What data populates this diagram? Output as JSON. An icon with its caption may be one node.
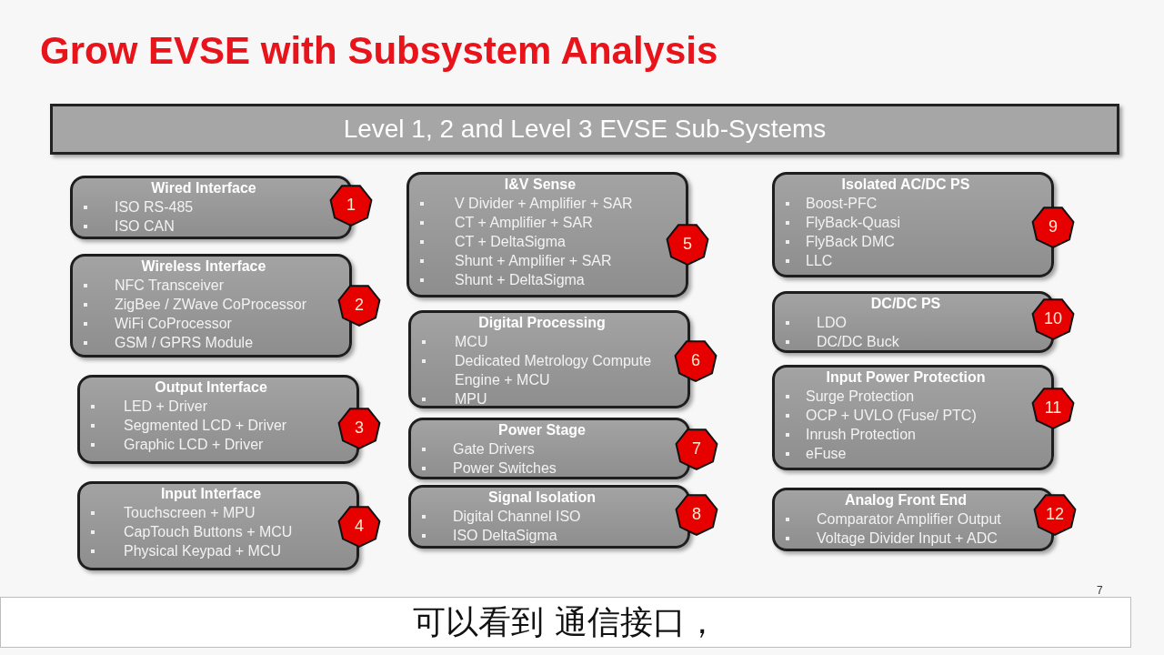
{
  "diagram": {
    "title": "Grow EVSE with Subsystem Analysis",
    "nodes": [
      {
        "text": [
          "Level 1, 2 and Level 3 EVSE Sub-Systems"
        ]
      },
      {
        "text": [
          "Wired Interface",
          "ISO RS-485",
          "ISO CAN"
        ]
      },
      {
        "text": [
          "1"
        ]
      },
      {
        "text": [
          "Wireless Interface",
          "NFC Transceiver",
          "ZigBee / ZWave CoProcessor",
          "WiFi CoProcessor",
          "GSM / GPRS Module"
        ]
      },
      {
        "text": [
          "2"
        ]
      },
      {
        "text": [
          "Output Interface",
          "LED + Driver",
          "Segmented LCD + Driver",
          "Graphic LCD + Driver"
        ]
      },
      {
        "text": [
          "3"
        ]
      },
      {
        "text": [
          "Input Interface",
          "Touchscreen + MPU",
          "CapTouch Buttons + MCU",
          "Physical Keypad + MCU"
        ]
      },
      {
        "text": [
          "4"
        ]
      },
      {
        "text": [
          "I&V Sense",
          "V Divider + Amplifier + SAR",
          "CT + Amplifier + SAR",
          "CT + DeltaSigma",
          "Shunt + Amplifier + SAR",
          "Shunt + DeltaSigma"
        ]
      },
      {
        "text": [
          "5"
        ]
      },
      {
        "text": [
          "Digital Processing",
          "MCU",
          "Dedicated Metrology Compute Engine + MCU",
          "MPU"
        ]
      },
      {
        "text": [
          "6"
        ]
      },
      {
        "text": [
          "Power Stage",
          "Gate Drivers",
          "Power Switches"
        ]
      },
      {
        "text": [
          "7"
        ]
      },
      {
        "text": [
          "Signal Isolation",
          "Digital Channel ISO",
          "ISO DeltaSigma"
        ]
      },
      {
        "text": [
          "8"
        ]
      },
      {
        "text": [
          "Isolated AC/DC PS",
          "Boost-PFC",
          "FlyBack-Quasi",
          "FlyBack DMC",
          "LLC"
        ]
      },
      {
        "text": [
          "9"
        ]
      },
      {
        "text": [
          "DC/DC  PS",
          "LDO",
          "DC/DC Buck"
        ]
      },
      {
        "text": [
          "10"
        ]
      },
      {
        "text": [
          "Input Power Protection",
          "Surge Protection",
          "OCP + UVLO (Fuse/ PTC)",
          "Inrush Protection",
          "eFuse"
        ]
      },
      {
        "text": [
          "11"
        ]
      },
      {
        "text": [
          "Analog Front End",
          "Comparator Amplifier Output",
          "Voltage Divider Input + ADC"
        ]
      },
      {
        "text": [
          "12"
        ]
      }
    ],
    "labels": [
      "7",
      "可以看到 通信接口，"
    ]
  }
}
